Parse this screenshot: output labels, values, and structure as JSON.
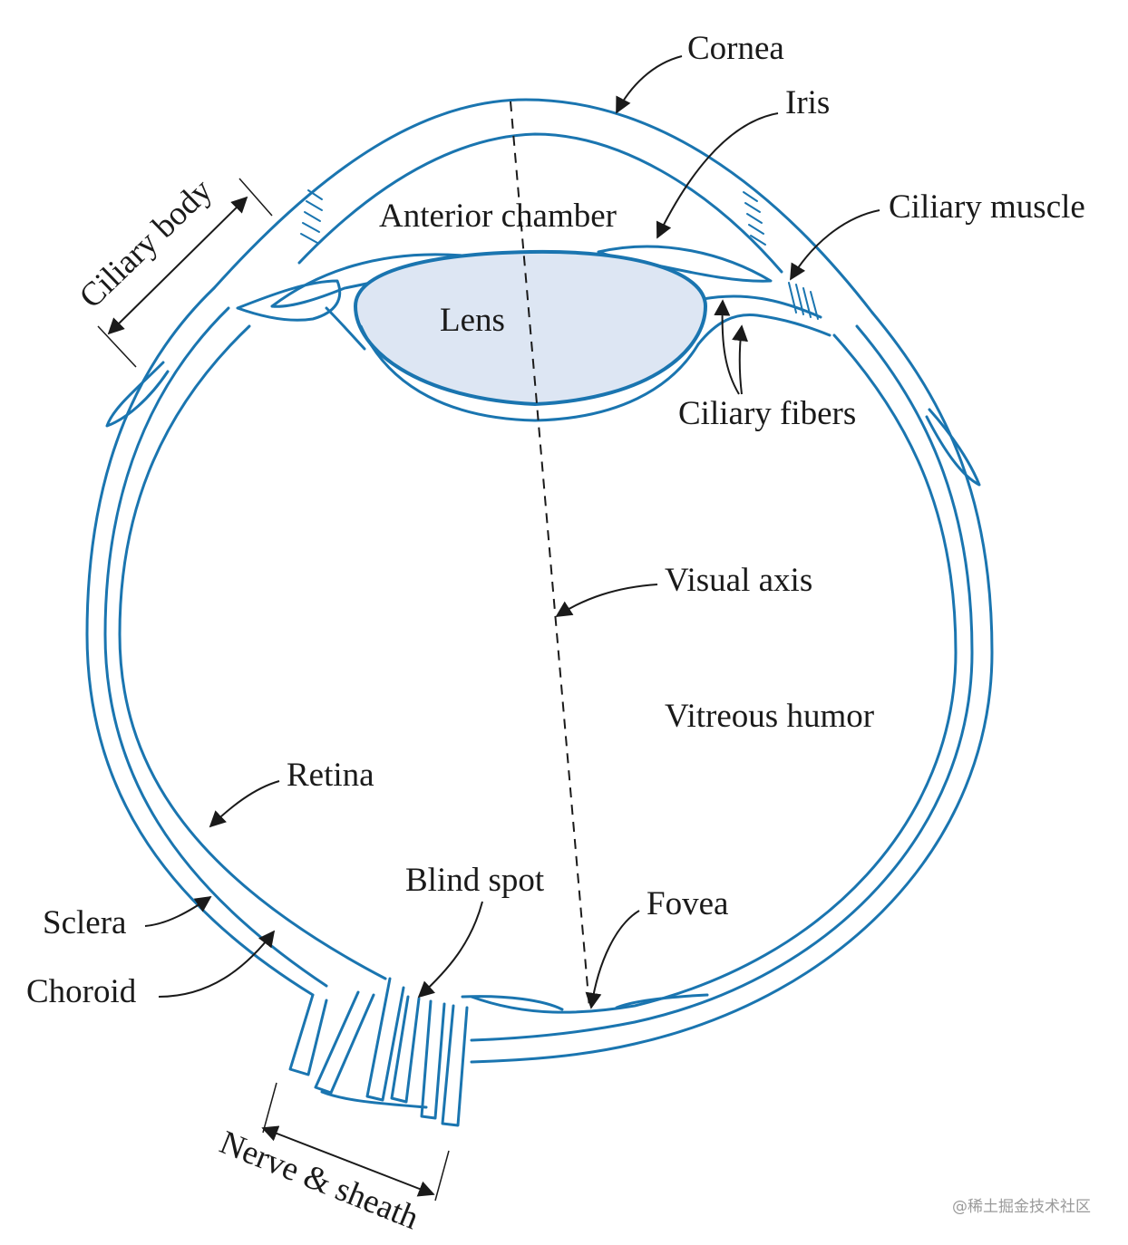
{
  "labels": {
    "cornea": "Cornea",
    "iris": "Iris",
    "ciliary_body": "Ciliary body",
    "ciliary_muscle": "Ciliary muscle",
    "anterior_chamber": "Anterior chamber",
    "lens": "Lens",
    "ciliary_fibers": "Ciliary fibers",
    "visual_axis": "Visual axis",
    "vitreous_humor": "Vitreous humor",
    "retina": "Retina",
    "blind_spot": "Blind spot",
    "fovea": "Fovea",
    "sclera": "Sclera",
    "choroid": "Choroid",
    "nerve_sheath": "Nerve & sheath"
  },
  "watermark": "@稀土掘金技术社区",
  "colors": {
    "outline": "#1a75b0",
    "lens_fill": "#dde6f3",
    "text": "#1a1a1a"
  }
}
